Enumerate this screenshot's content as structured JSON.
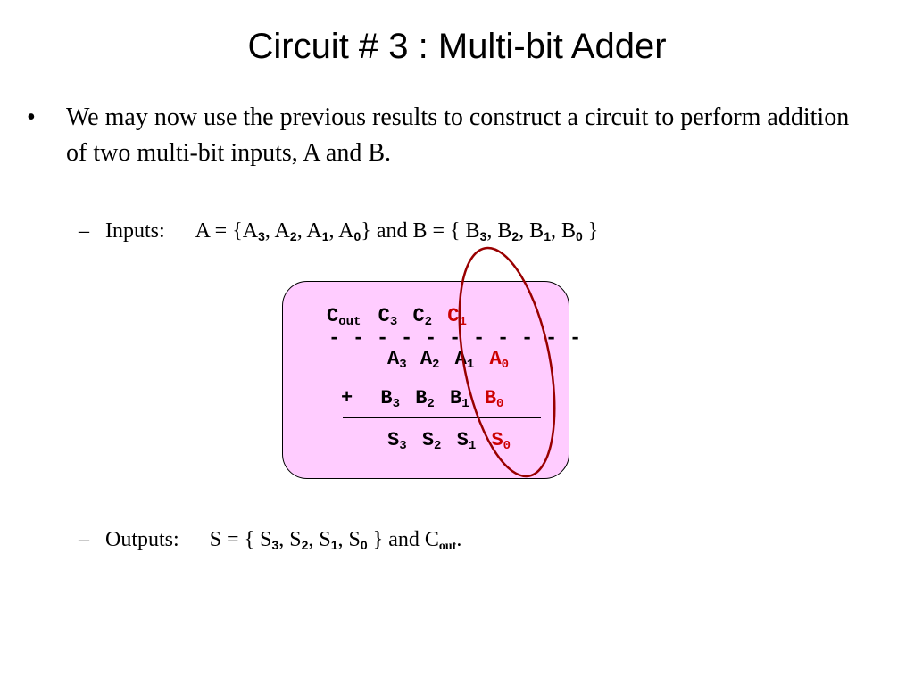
{
  "slide": {
    "title": "Circuit # 3 : Multi-bit Adder",
    "bullet_symbol": "•",
    "bullet_text": "We may now use the previous results to construct a circuit to perform addition of two multi-bit inputs, A and B.",
    "inputs": {
      "dash": "–",
      "label": "Inputs:",
      "expr": {
        "a_open": "A = {A",
        "s1": "3",
        "t1": ", A",
        "s2": "2",
        "t2": ", A",
        "s3": "1",
        "t3": ", A",
        "s4": "0",
        "t4": "} and B = { B",
        "s5": "3",
        "t5": ", B",
        "s6": "2",
        "t6": ", B",
        "s7": "1",
        "t7": ", B",
        "s8": "0",
        "t8": " }"
      }
    },
    "outputs": {
      "dash": "–",
      "label": "Outputs:",
      "expr": {
        "t0": "S = { S",
        "s1": "3",
        "t1": ", S",
        "s2": "2",
        "t2": ", S",
        "s3": "1",
        "t3": ", S",
        "s4": "0",
        "t4": " } and C",
        "s5": "out",
        "t5": "."
      }
    },
    "adder": {
      "carry_row": [
        {
          "base": "C",
          "sub": "out"
        },
        {
          "base": "C",
          "sub": "3"
        },
        {
          "base": "C",
          "sub": "2"
        },
        {
          "base": "C",
          "sub": "1"
        }
      ],
      "divider": "- - - - - - - - - - -",
      "a_row": [
        {
          "base": "A",
          "sub": "3"
        },
        {
          "base": "A",
          "sub": "2"
        },
        {
          "base": "A",
          "sub": "1"
        },
        {
          "base": "A",
          "sub": "0"
        }
      ],
      "plus": "+",
      "b_row": [
        {
          "base": "B",
          "sub": "3"
        },
        {
          "base": "B",
          "sub": "2"
        },
        {
          "base": "B",
          "sub": "1"
        },
        {
          "base": "B",
          "sub": "0"
        }
      ],
      "s_row": [
        {
          "base": "S",
          "sub": "3"
        },
        {
          "base": "S",
          "sub": "2"
        },
        {
          "base": "S",
          "sub": "1"
        },
        {
          "base": "S",
          "sub": "0"
        }
      ]
    },
    "colors": {
      "box_fill": "#ffccff",
      "highlight_text": "#cc0000",
      "ellipse_stroke": "#990000"
    }
  }
}
